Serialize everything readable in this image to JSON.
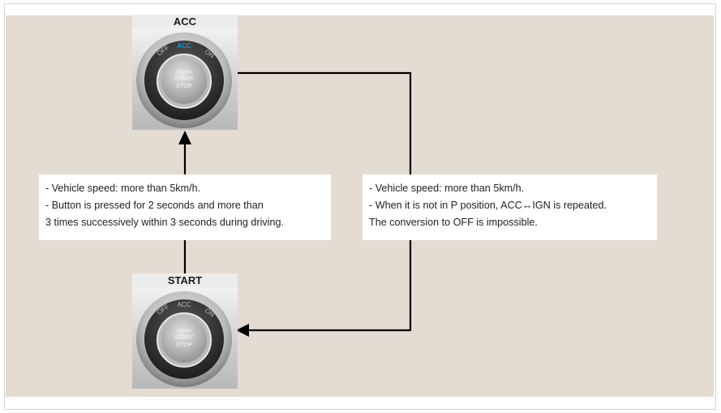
{
  "acc_button": {
    "title": "ACC",
    "mode_labels": {
      "off": "OFF",
      "acc": "ACC",
      "on": "ON"
    },
    "center_text": {
      "line1": "ENGINE",
      "line2": "START",
      "line3": "STOP"
    },
    "active_color": "#1a8fd6"
  },
  "start_button": {
    "title": "START",
    "mode_labels": {
      "off": "OFF",
      "acc": "ACC",
      "on": "ON"
    },
    "center_text": {
      "line1": "ENGINE",
      "line2": "START",
      "line3": "STOP"
    }
  },
  "note_left": {
    "lines": [
      "- Vehicle speed: more than  5km/h.",
      "- Button is pressed for 2 seconds and more than",
      "3 times successively within 3 seconds during driving."
    ]
  },
  "note_right": {
    "lines": [
      "- Vehicle speed: more than  5km/h.",
      "- When it is not in P position,  ACC↔IGN is repeated.",
      "The conversion to OFF is impossible."
    ]
  },
  "colors": {
    "panel_background": "#e4dbd2",
    "connector": "#000000"
  }
}
